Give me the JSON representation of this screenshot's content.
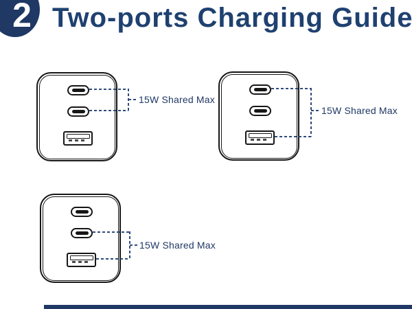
{
  "header": {
    "badge_number": "2",
    "title": "Two-ports Charging Guide"
  },
  "colors": {
    "badge": "#1F3864",
    "title_text": "#1F4170",
    "callout_text": "#1F3864",
    "dashed_line": "#2E4B7C",
    "device_outline": "#161616",
    "footer_bar": "#1F3864"
  },
  "diagrams": [
    {
      "position": "top-left",
      "label": "15W Shared Max",
      "ports": [
        "usb-c",
        "usb-c",
        "usb-a"
      ],
      "bracketed_ports": [
        "usb-c-1",
        "usb-c-2"
      ]
    },
    {
      "position": "top-right",
      "label": "15W Shared Max",
      "ports": [
        "usb-c",
        "usb-c",
        "usb-a"
      ],
      "bracketed_ports": [
        "usb-c-1",
        "usb-a"
      ]
    },
    {
      "position": "bottom-left",
      "label": "15W Shared Max",
      "ports": [
        "usb-c",
        "usb-c",
        "usb-a"
      ],
      "bracketed_ports": [
        "usb-c-2",
        "usb-a"
      ]
    }
  ]
}
